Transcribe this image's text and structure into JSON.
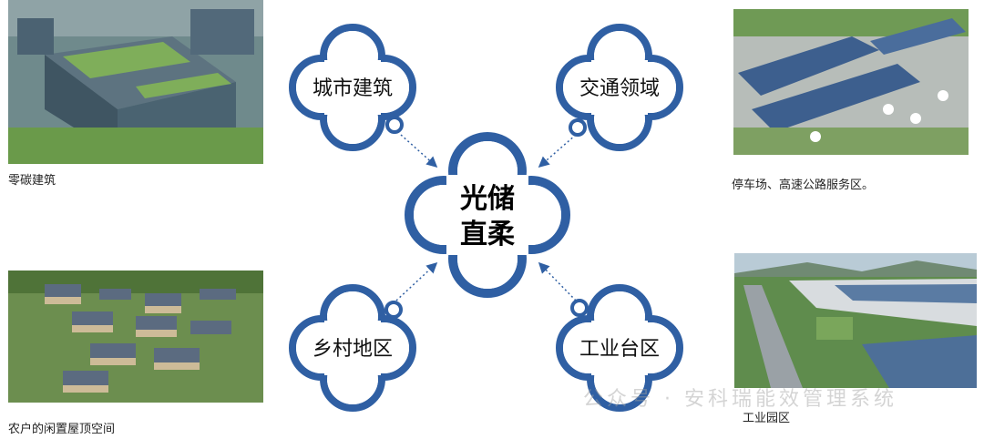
{
  "center": {
    "line1": "光储",
    "line2": "直柔"
  },
  "nodes": [
    {
      "id": "city",
      "label": "城市建筑"
    },
    {
      "id": "traffic",
      "label": "交通领域"
    },
    {
      "id": "rural",
      "label": "乡村地区"
    },
    {
      "id": "industry",
      "label": "工业台区"
    }
  ],
  "captions": {
    "top_left": "零碳建筑",
    "top_right": "停车场、高速公路服务区。",
    "bottom_left": "农户的闲置屋顶空间",
    "bottom_right": "工业园区"
  },
  "watermark": "公众号 · 安科瑞能效管理系统",
  "colors": {
    "accent": "#2f5fa3",
    "arrow": "#2f5fa3"
  }
}
